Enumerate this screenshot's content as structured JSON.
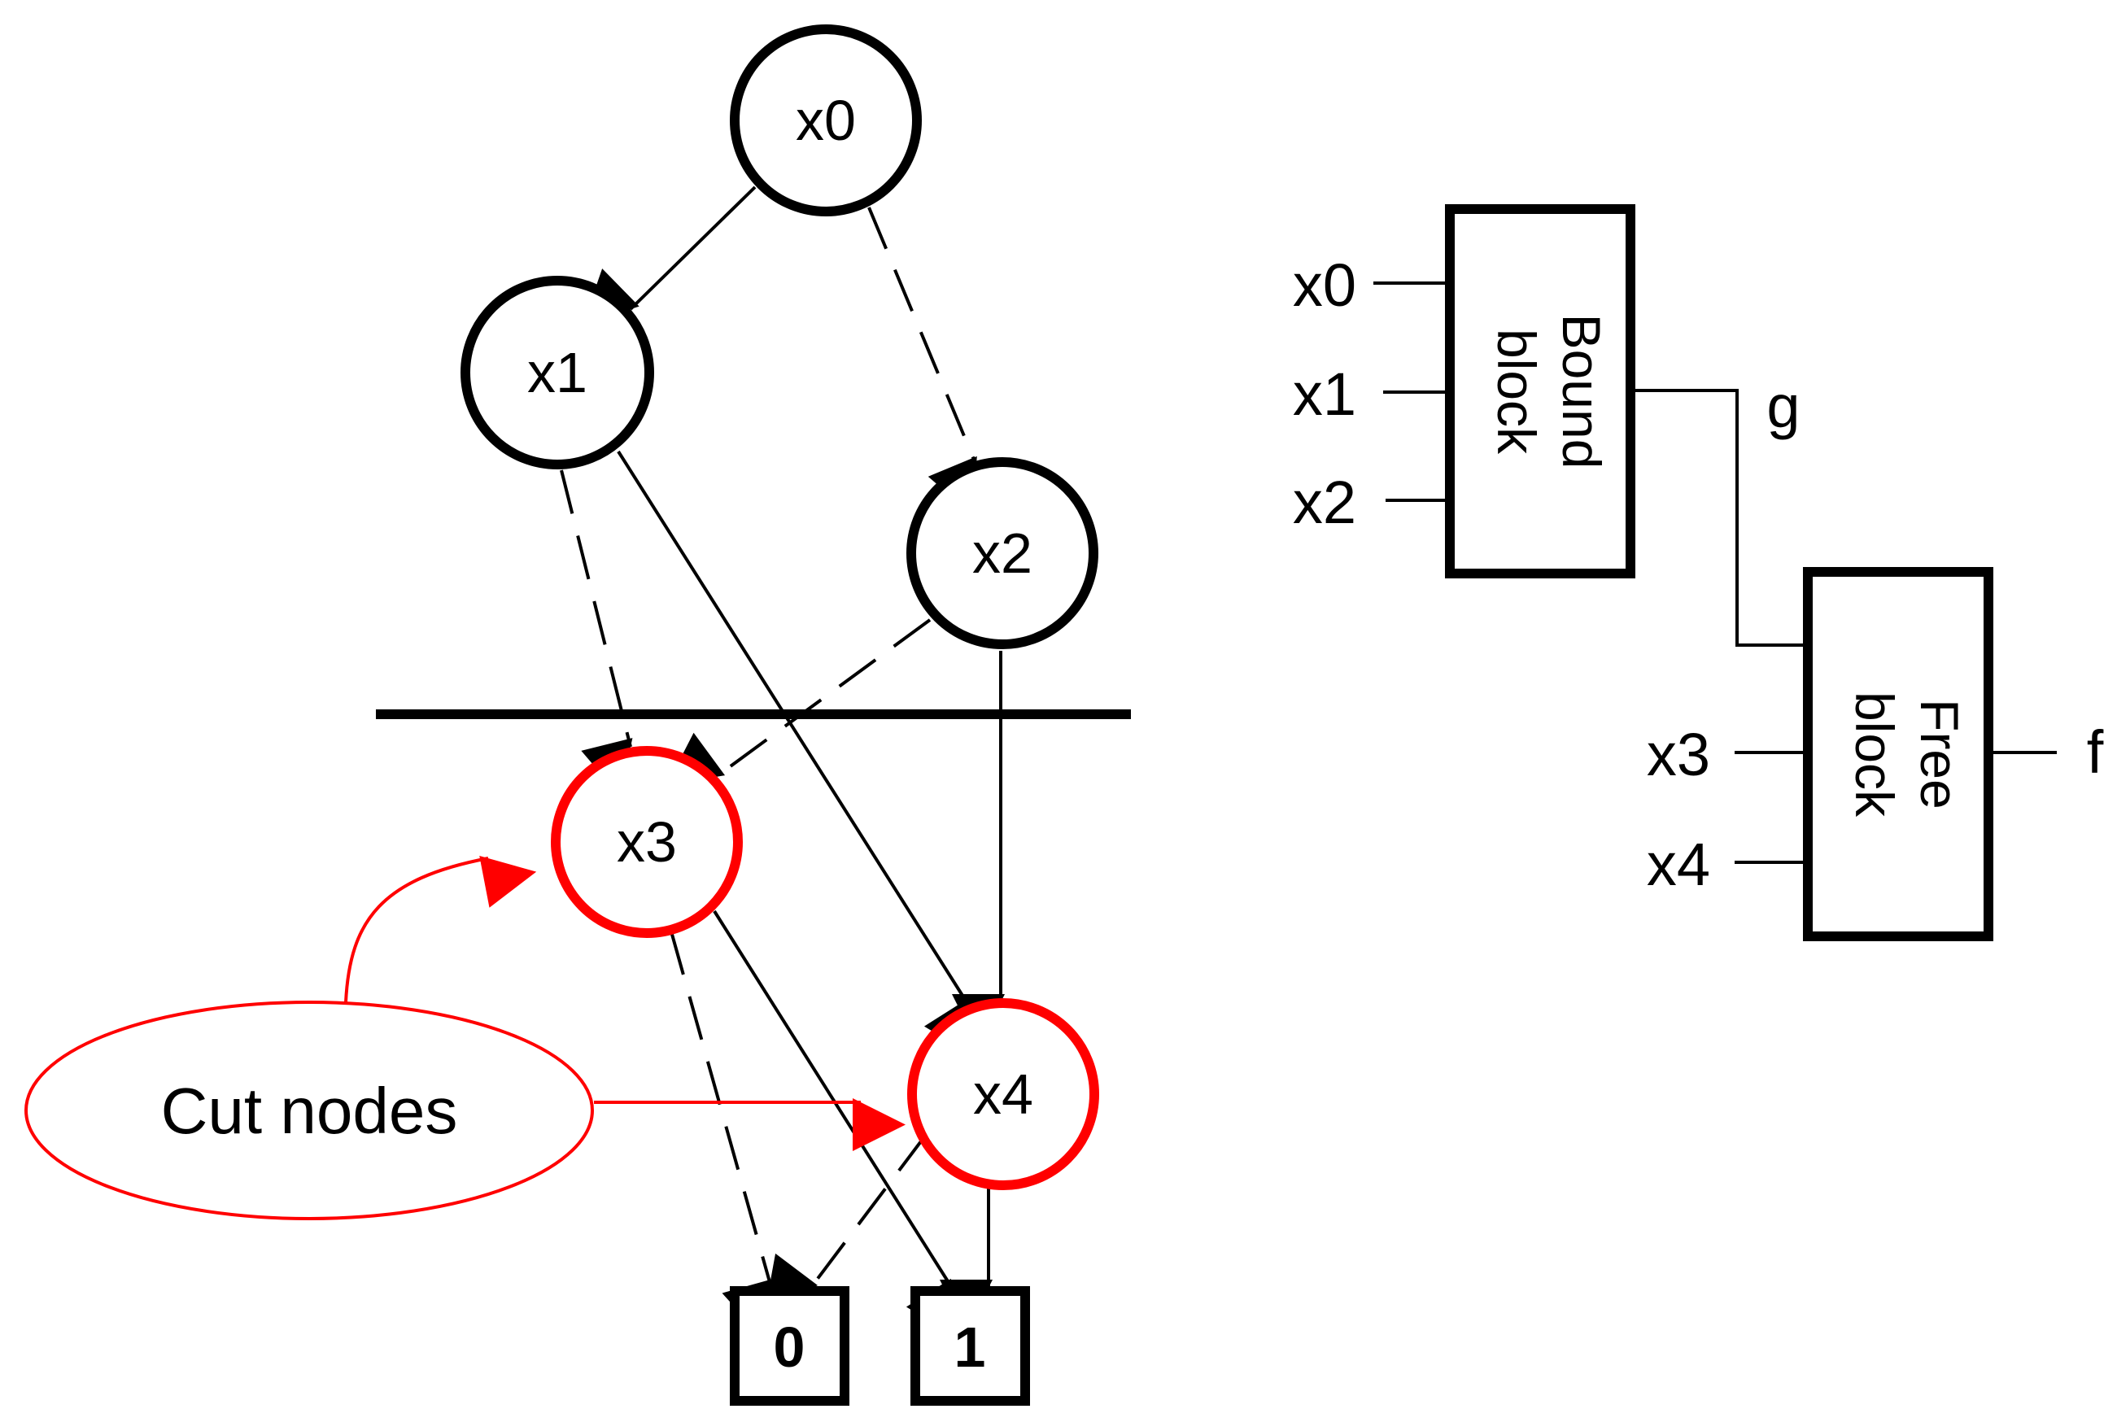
{
  "bdd": {
    "nodes": [
      {
        "id": "x0",
        "label": "x0",
        "cut": false
      },
      {
        "id": "x1",
        "label": "x1",
        "cut": false
      },
      {
        "id": "x2",
        "label": "x2",
        "cut": false
      },
      {
        "id": "x3",
        "label": "x3",
        "cut": true
      },
      {
        "id": "x4",
        "label": "x4",
        "cut": true
      }
    ],
    "terminals": [
      {
        "id": "t0",
        "label": "0"
      },
      {
        "id": "t1",
        "label": "1"
      }
    ],
    "callout": {
      "label": "Cut nodes"
    }
  },
  "blocks": {
    "bound": {
      "line1": "Bound",
      "line2": "block",
      "inputs": [
        "x0",
        "x1",
        "x2"
      ],
      "output": "g"
    },
    "free": {
      "line1": "Free",
      "line2": "block",
      "inputs": [
        "x3",
        "x4"
      ],
      "output": "f"
    }
  },
  "colors": {
    "ink": "#000000",
    "cut": "#ff0000"
  }
}
